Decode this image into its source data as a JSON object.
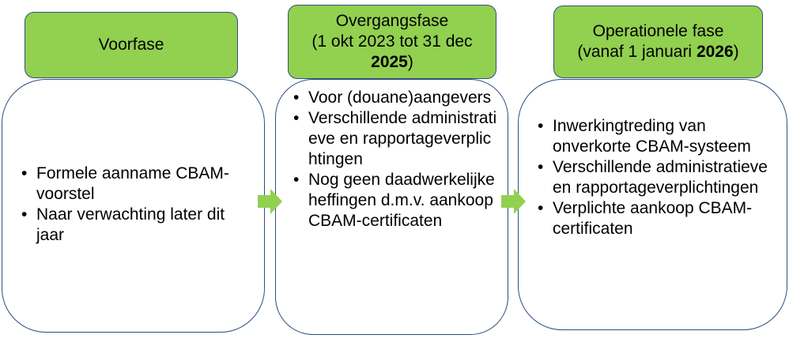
{
  "colors": {
    "header_fill": "#92d050",
    "border": "#2f4f80",
    "arrow": "#92d050"
  },
  "phases": [
    {
      "title_line1": "Voorfase",
      "bullets": [
        "Formele aanname CBAM-voorstel",
        "Naar verwachting later dit jaar"
      ]
    },
    {
      "title_line1": "Overgangsfase",
      "title_line2": "(1 okt 2023 tot 31 dec",
      "title_line3_bold": "2025",
      "title_line3_suffix": ")",
      "bullets": [
        "Voor (douane)aangevers",
        "Verschillende administratieve en rapportageverplichtingen",
        "Nog geen daadwerkelijke heffingen d.m.v. aankoop CBAM-certificaten"
      ]
    },
    {
      "title_line1": "Operationele fase",
      "title_line2_prefix": "(vanaf 1 januari ",
      "title_line2_bold": "2026",
      "title_line2_suffix": ")",
      "bullets": [
        "Inwerkingtreding van onverkorte CBAM-systeem",
        "Verschillende administratieve en rapportageverplichtingen",
        "Verplichte aankoop CBAM-certificaten"
      ]
    }
  ]
}
